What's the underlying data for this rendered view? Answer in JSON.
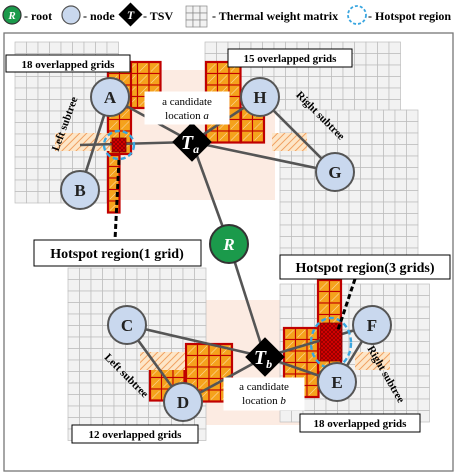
{
  "legend": {
    "root_label": "- root",
    "node_label": "- node",
    "tsv_label": "- TSV",
    "matrix_label": "- Thermal weight matrix",
    "hotspot_label": "- Hotspot region"
  },
  "nodes": {
    "root": "R",
    "a": "A",
    "b": "B",
    "c": "C",
    "d": "D",
    "e": "E",
    "f": "F",
    "g": "G",
    "h": "H"
  },
  "tsv": {
    "a_letter": "T",
    "a_sub": "a",
    "b_letter": "T",
    "b_sub": "b"
  },
  "callouts": {
    "top_left_overlap": "18 overlapped grids",
    "top_right_overlap": "15 overlapped grids",
    "bottom_left_overlap": "12 overlapped grids",
    "bottom_right_overlap": "18 overlapped grids",
    "hotspot_1": "Hotspot region(1 grid)",
    "hotspot_3": "Hotspot region(3 grids)"
  },
  "candidates": {
    "a_line1": "a candidate",
    "a_line2_prefix": "location ",
    "a_line2_var": "a",
    "b_line1": "a candidate",
    "b_line2_prefix": "location ",
    "b_line2_var": "b"
  },
  "subtrees": {
    "top_left": "Left subtree",
    "top_right": "Right subtree",
    "bottom_left": "Left subtree",
    "bottom_right": "Right subtree"
  },
  "colors": {
    "grid_fill": "#f2f2f2",
    "grid_line": "#bdbdbd",
    "overlap_fill": "#f5a21c",
    "overlap_line": "#c00000",
    "overlap_hatch": "#f4d890",
    "region_fill": "#fbe3d6",
    "hatch_fill": "#f8c9a0",
    "node_fill": "#c9d8ee",
    "root_fill": "#1b9a4b",
    "tsv_fill": "#000000",
    "hotspot_ring": "#3aa6e0",
    "hotspot_fill": "#e00000"
  }
}
